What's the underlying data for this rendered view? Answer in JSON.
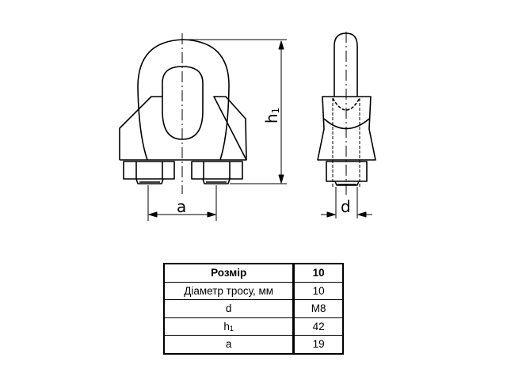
{
  "drawing": {
    "front_view": {
      "dimension_labels": {
        "width": "a",
        "height": "h",
        "height_subscript": "1"
      }
    },
    "side_view": {
      "dimension_labels": {
        "thread": "d"
      }
    }
  },
  "table": {
    "header": {
      "label": "Розмір",
      "value": "10"
    },
    "rows": [
      {
        "label": "Діаметр тросу, мм",
        "value": "10"
      },
      {
        "label": "d",
        "value": "M8"
      },
      {
        "label": "h",
        "label_subscript": "1",
        "value": "42"
      },
      {
        "label": "a",
        "value": "19"
      }
    ]
  }
}
